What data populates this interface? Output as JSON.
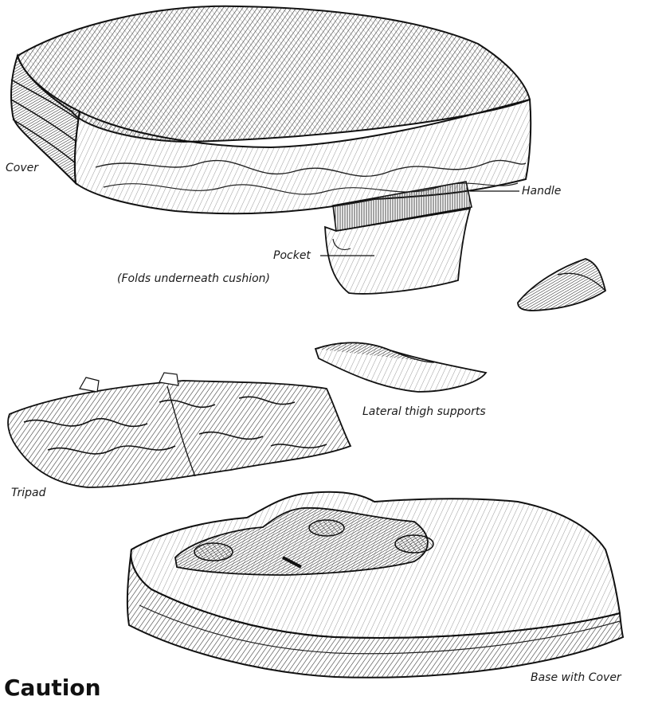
{
  "labels": {
    "cover": "Cover",
    "handle": "Handle",
    "pocket": "Pocket",
    "pocket_note": "(Folds underneath cushion)",
    "lateral_thigh_supports": "Lateral thigh supports",
    "tripad": "Tripad",
    "base_with_cover": "Base with Cover"
  },
  "heading": "Caution"
}
